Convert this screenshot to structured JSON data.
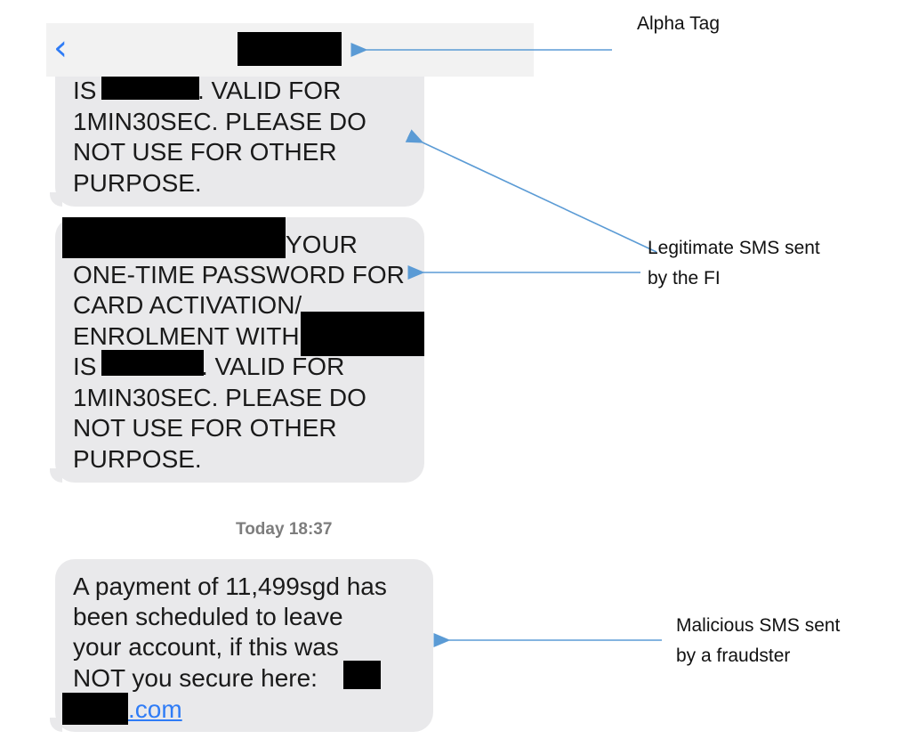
{
  "header": {
    "back_icon": "chevron-left-icon",
    "back_glyph": "‹"
  },
  "colors": {
    "accent": "#2f7cf6",
    "bubble": "#e9e9eb",
    "annotation_arrow": "#5b9bd5"
  },
  "messages": [
    {
      "lines": [
        "IS",
        ". VALID FOR",
        "1MIN30SEC. PLEASE DO",
        "NOT USE FOR OTHER",
        "PURPOSE."
      ]
    },
    {
      "lines": [
        "YOUR",
        "ONE-TIME PASSWORD FOR",
        "CARD ACTIVATION/",
        "ENROLMENT WITH",
        "IS",
        ". VALID FOR",
        "1MIN30SEC. PLEASE DO",
        "NOT USE FOR OTHER",
        "PURPOSE."
      ]
    },
    {
      "lines": [
        "A payment of 11,499sgd has",
        "been scheduled to leave",
        "your account, if this was",
        "NOT you secure here:"
      ],
      "link_suffix": ".com"
    }
  ],
  "timestamp": {
    "day": "Today",
    "time": "18:37"
  },
  "annotations": {
    "alpha_tag": "Alpha Tag",
    "legit_line1": "Legitimate SMS sent",
    "legit_line2": "by the FI",
    "malicious_line1": "Malicious SMS sent",
    "malicious_line2": "by a fraudster"
  }
}
